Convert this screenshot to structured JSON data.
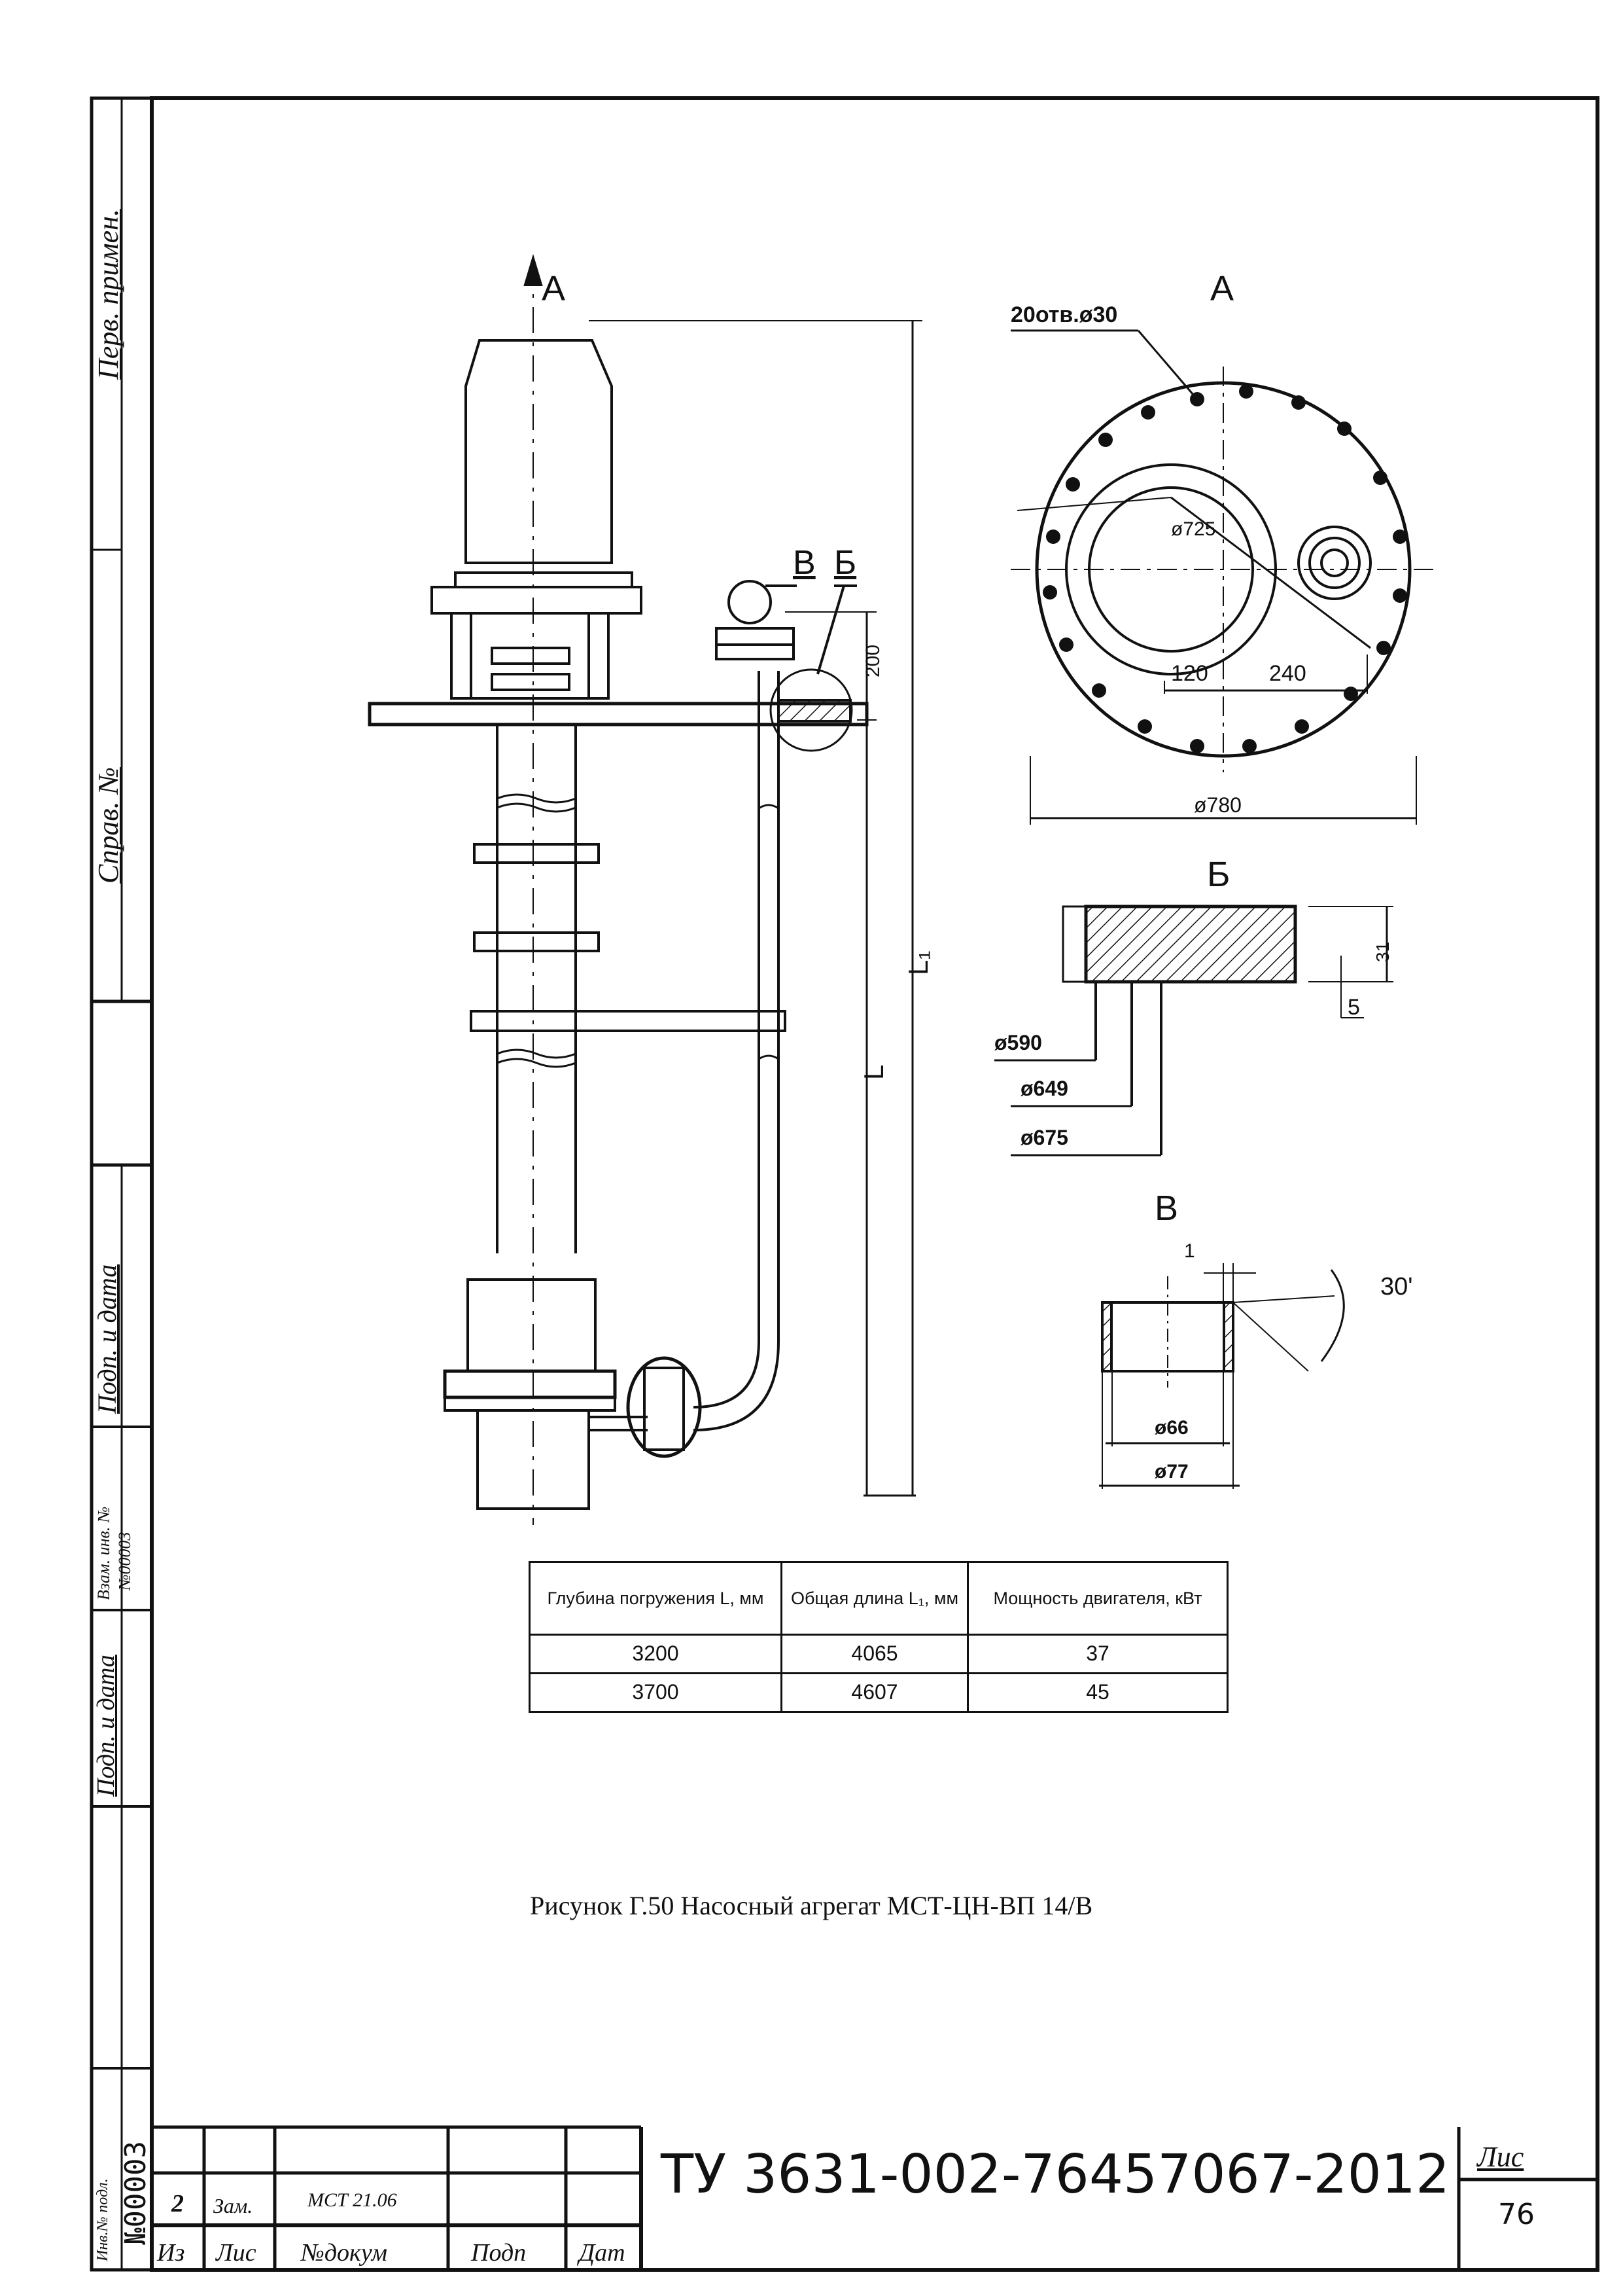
{
  "sidebar": {
    "perv_primen": "Перв. примен.",
    "sprav_no": "Справ. №",
    "podp_data_1": "Подп. и дата",
    "vzam_inv": "Взам. инв. №",
    "vzam_inv_val": "№00003",
    "podp_data_2": "Подп. и дата",
    "inv_podl": "Инв.№ подл.",
    "inv_podl_val": "№00003"
  },
  "drawing": {
    "view_a_side": "А",
    "view_a": "А",
    "callout_v": "В",
    "callout_b": "Б",
    "dim_200": "200",
    "dim_l1": "L₁",
    "dim_l": "L",
    "holes": "20отв.ø30",
    "d725": "ø725",
    "d780": "ø780",
    "dim_120": "120",
    "dim_240": "240",
    "section_b": "Б",
    "dim_31": "31",
    "dim_5": "5",
    "d590": "ø590",
    "d649": "ø649",
    "d675": "ø675",
    "section_v": "В",
    "dim_1": "1",
    "angle_30": "30'",
    "d66": "ø66",
    "d77": "ø77"
  },
  "table": {
    "headers": [
      "Глубина погружения L, мм",
      "Общая длина L₁, мм",
      "Мощность двигателя, кВт"
    ],
    "rows": [
      [
        "3200",
        "4065",
        "37"
      ],
      [
        "3700",
        "4607",
        "45"
      ]
    ]
  },
  "caption": "Рисунок Г.50 Насосный агрегат МСТ-ЦН-ВП 14/В",
  "title_block": {
    "doc_number": "ТУ 3631-002-76457067-2012",
    "sheet_label": "Лис",
    "sheet_number": "76",
    "change_no": "2",
    "change_type": "Зам.",
    "change_doc": "МСТ 21.06",
    "col_izm": "Из",
    "col_list": "Лис",
    "col_doc": "№докум",
    "col_podp": "Подп",
    "col_data": "Дат"
  }
}
